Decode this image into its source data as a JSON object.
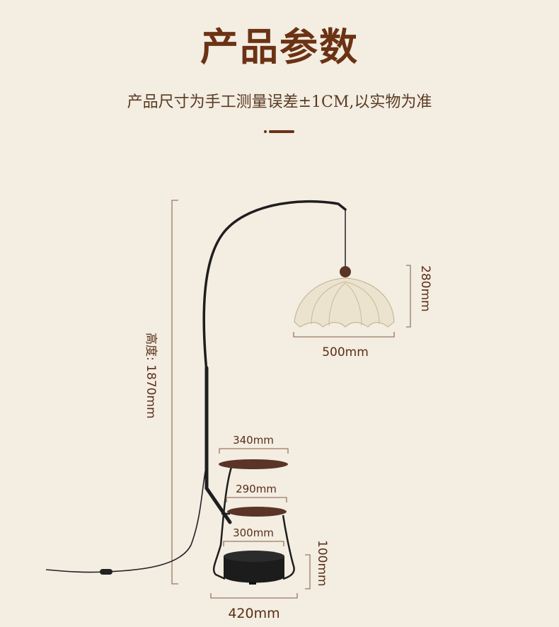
{
  "header": {
    "title": "产品参数",
    "subtitle": "产品尺寸为手工测量误差±1CM,以实物为准"
  },
  "dimensions": {
    "height": "高度: 1870mm",
    "shade_height": "280mm",
    "shade_width": "500mm",
    "top_table": "340mm",
    "middle_table": "290mm",
    "basket_width": "300mm",
    "basket_height": "100mm",
    "base_width": "420mm"
  },
  "colors": {
    "accent": "#6b3214",
    "background": "#f3ede2",
    "wood": "#5a3426",
    "metal": "#1e1e1e"
  }
}
